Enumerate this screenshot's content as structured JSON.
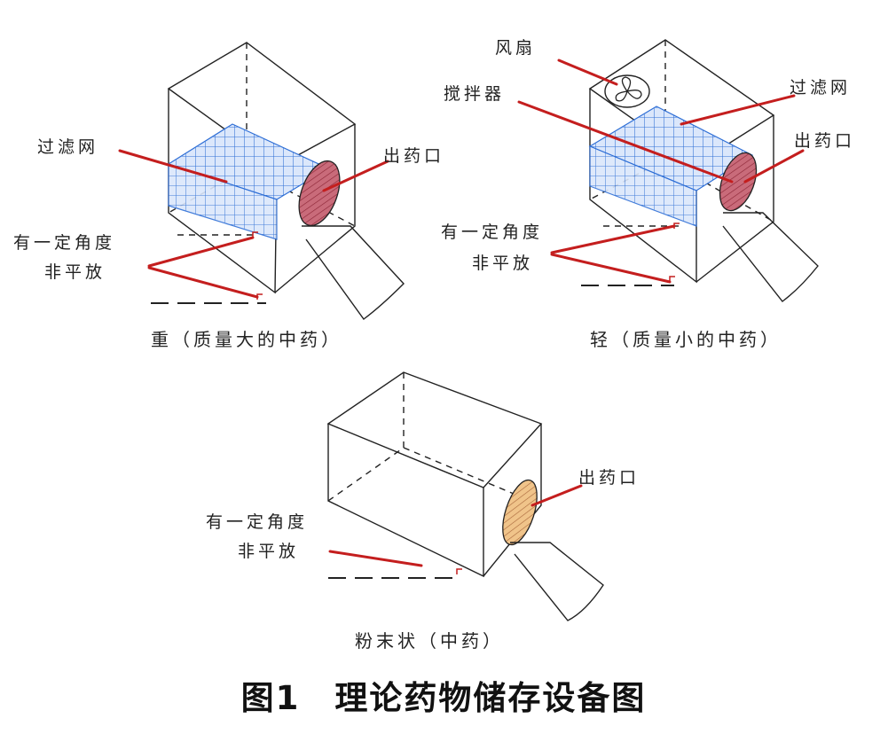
{
  "diagrams": {
    "heavy": {
      "filter_label": "过滤网",
      "outlet_label": "出药口",
      "angle_label_line1": "有一定角度",
      "angle_label_line2": "非平放",
      "caption": "重（质量大的中药）"
    },
    "light": {
      "fan_label": "风扇",
      "stirrer_label": "搅拌器",
      "filter_label": "过滤网",
      "outlet_label": "出药口",
      "angle_label_line1": "有一定角度",
      "angle_label_line2": "非平放",
      "caption": "轻（质量小的中药）"
    },
    "powder": {
      "outlet_label": "出药口",
      "angle_label_line1": "有一定角度",
      "angle_label_line2": "非平放",
      "caption": "粉末状（中药）"
    }
  },
  "figure_caption": "图1　理论药物储存设备图",
  "colors": {
    "leader_line": "#c41e1e",
    "filter_mesh": "#2f6fd6",
    "outlet_fill_heavy": "#c96b7a",
    "outlet_fill_powder": "#f0c48a"
  }
}
